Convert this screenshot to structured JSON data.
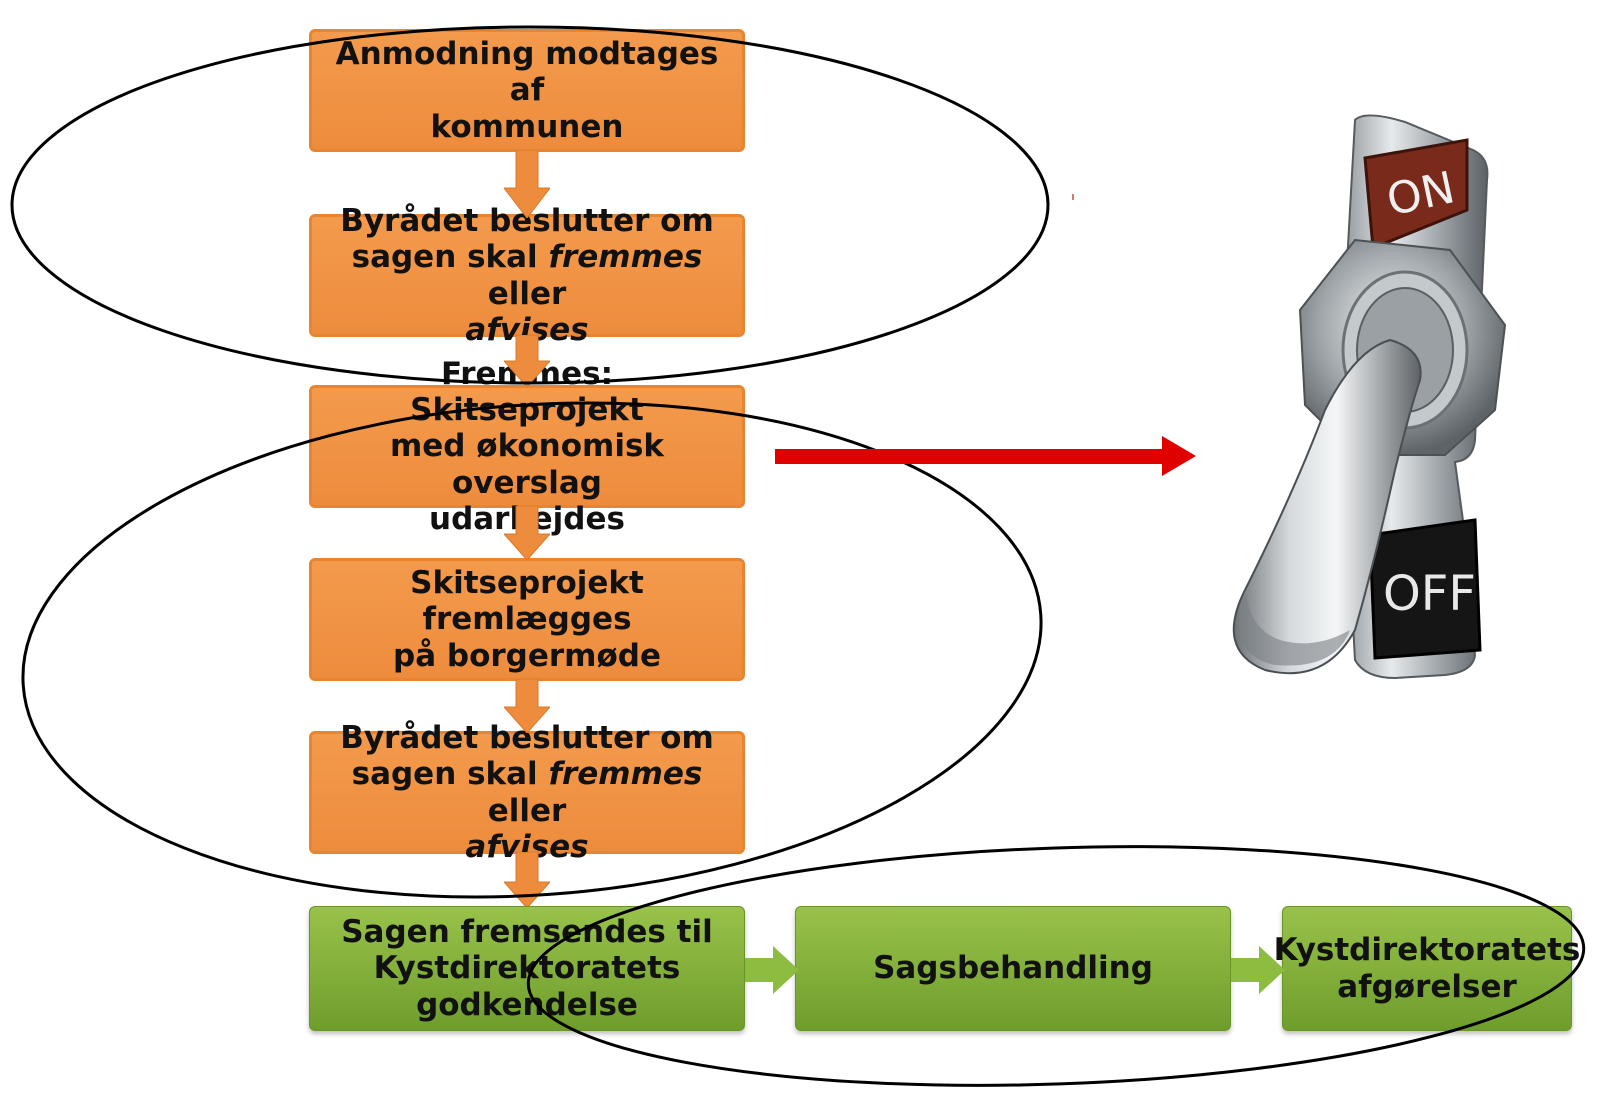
{
  "flow": {
    "step1": {
      "line1": "Anmodning modtages af",
      "line2": "kommunen"
    },
    "step2": {
      "line1": "Byrådet beslutter om",
      "line2_pre": "sagen skal ",
      "line2_em": "fremmes",
      "line2_post": " eller",
      "line3_em": "afvises"
    },
    "step3": {
      "line1": "Fremmes: Skitseprojekt",
      "line2": "med økonomisk overslag",
      "line3": "udarbejdes"
    },
    "step4": {
      "line1": "Skitseprojekt fremlægges",
      "line2": "på borgermøde"
    },
    "step5": {
      "line1": "Byrådet beslutter om",
      "line2_pre": "sagen skal ",
      "line2_em": "fremmes",
      "line2_post": " eller",
      "line3_em": "afvises"
    },
    "green1": {
      "line1": "Sagen fremsendes til",
      "line2": "Kystdirektoratets",
      "line3": "godkendelse"
    },
    "green2": {
      "line1": "Sagsbehandling"
    },
    "green3": {
      "line1": "Kystdirektoratets",
      "line2": "afgørelser"
    }
  },
  "switch": {
    "on_label": "ON",
    "off_label": "OFF"
  },
  "colors": {
    "orange_box": "#f0903f",
    "green_box": "#82ad38",
    "arrow_orange": "#ee8c3d",
    "arrow_green": "#8cbd40",
    "red_arrow": "#e00000"
  }
}
